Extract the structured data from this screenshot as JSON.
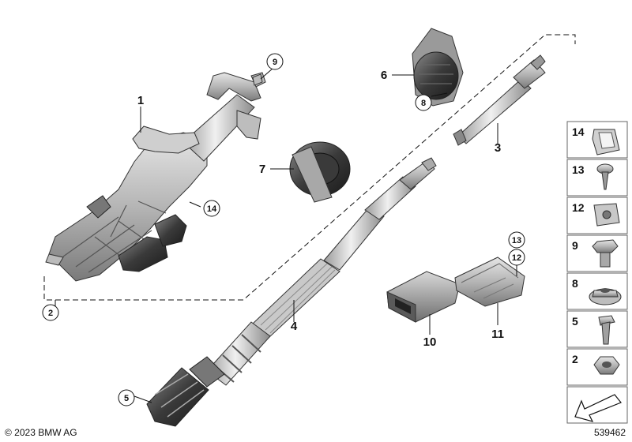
{
  "callouts": {
    "c1": "1",
    "c2": "2",
    "c3": "3",
    "c4": "4",
    "c5": "5",
    "c6": "6",
    "c7": "7",
    "c8": "8",
    "c9": "9",
    "c10": "10",
    "c11": "11",
    "c12": "12",
    "c13": "13",
    "c14": "14"
  },
  "sidebar": {
    "items": [
      {
        "label": "14",
        "icon": "clip-icon"
      },
      {
        "label": "13",
        "icon": "screw-icon"
      },
      {
        "label": "12",
        "icon": "nut-clip-icon"
      },
      {
        "label": "9",
        "icon": "hex-bolt-icon"
      },
      {
        "label": "8",
        "icon": "flange-nut-icon"
      },
      {
        "label": "5",
        "icon": "bolt-icon"
      },
      {
        "label": "2",
        "icon": "hex-nut-icon"
      }
    ],
    "arrow_icon": "direction-arrow-icon"
  },
  "footer": {
    "copyright": "© 2023 BMW AG",
    "diagram_id": "539462"
  }
}
